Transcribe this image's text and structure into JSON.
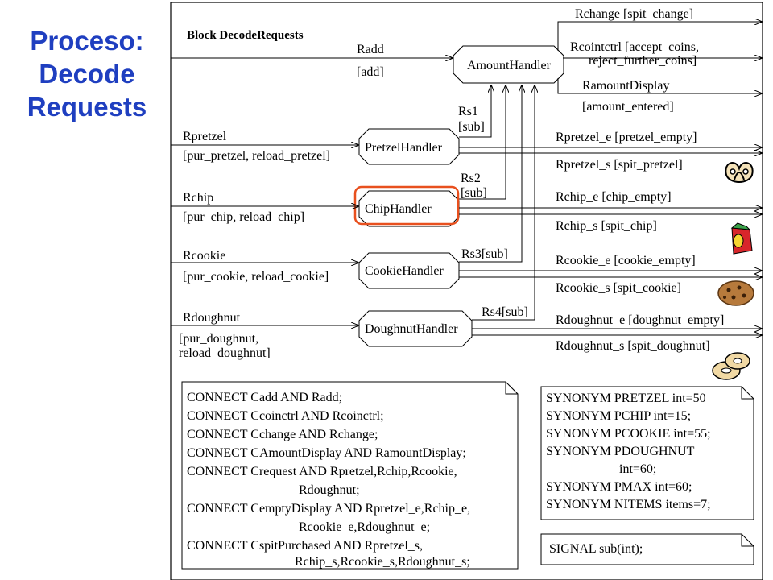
{
  "title": {
    "line1": "Proceso:",
    "line2": "Decode",
    "line3": "Requests"
  },
  "block_title": "Block DecodeRequests",
  "handlers": {
    "amount": "AmountHandler",
    "pretzel": "PretzelHandler",
    "chip": "ChipHandler",
    "cookie": "CookieHandler",
    "doughnut": "DoughnutHandler"
  },
  "inputs": {
    "radd": "Radd",
    "radd_sig": "[add]",
    "rpretzel": "Rpretzel",
    "rpretzel_sig": "[pur_pretzel, reload_pretzel]",
    "rchip": "Rchip",
    "rchip_sig": "[pur_chip, reload_chip]",
    "rcookie": "Rcookie",
    "rcookie_sig": "[pur_cookie, reload_cookie]",
    "rdoughnut": "Rdoughnut",
    "rdoughnut_sig1": "[pur_doughnut,",
    "rdoughnut_sig2": "reload_doughnut]"
  },
  "internal": {
    "rs1": "Rs1",
    "rs1_sig": "[sub]",
    "rs2": "Rs2",
    "rs2_sig": "[sub]",
    "rs3": "Rs3[sub]",
    "rs4": "Rs4[sub]"
  },
  "outputs": {
    "rchange": "Rchange  [spit_change]",
    "rcoinctrl1": "Rcointctrl [accept_coins,",
    "rcoinctrl2": "reject_further_coins]",
    "ramount1": "RamountDisplay",
    "ramount2": "[amount_entered]",
    "rpretzel_e": "Rpretzel_e [pretzel_empty]",
    "rpretzel_s": "Rpretzel_s [spit_pretzel]",
    "rchip_e": "Rchip_e  [chip_empty]",
    "rchip_s": "Rchip_s  [spit_chip]",
    "rcookie_e": "Rcookie_e  [cookie_empty]",
    "rcookie_s": "Rcookie_s  [spit_cookie]",
    "rdoughnut_e": "Rdoughnut_e  [doughnut_empty]",
    "rdoughnut_s": "Rdoughnut_s  [spit_doughnut]"
  },
  "connect_lines": [
    "CONNECT Cadd AND Radd;",
    "CONNECT Ccoinctrl AND Rcoinctrl;",
    "CONNECT Cchange AND Rchange;",
    "CONNECT CAmountDisplay AND RamountDisplay;",
    "CONNECT Crequest AND Rpretzel,Rchip,Rcookie,",
    "Rdoughnut;",
    "CONNECT CemptyDisplay AND Rpretzel_e,Rchip_e,",
    "Rcookie_e,Rdoughnut_e;",
    "CONNECT CspitPurchased AND Rpretzel_s,",
    "Rchip_s,Rcookie_s,Rdoughnut_s;"
  ],
  "synonym_lines": [
    "SYNONYM PRETZEL int=50",
    "SYNONYM PCHIP int=15;",
    "SYNONYM PCOOKIE int=55;",
    "SYNONYM PDOUGHNUT",
    "int=60;",
    "SYNONYM PMAX int=60;",
    "SYNONYM NITEMS items=7;"
  ],
  "signal_line": "SIGNAL sub(int);",
  "colors": {
    "title": "#1f3fc0",
    "highlight": "#e8501e"
  }
}
